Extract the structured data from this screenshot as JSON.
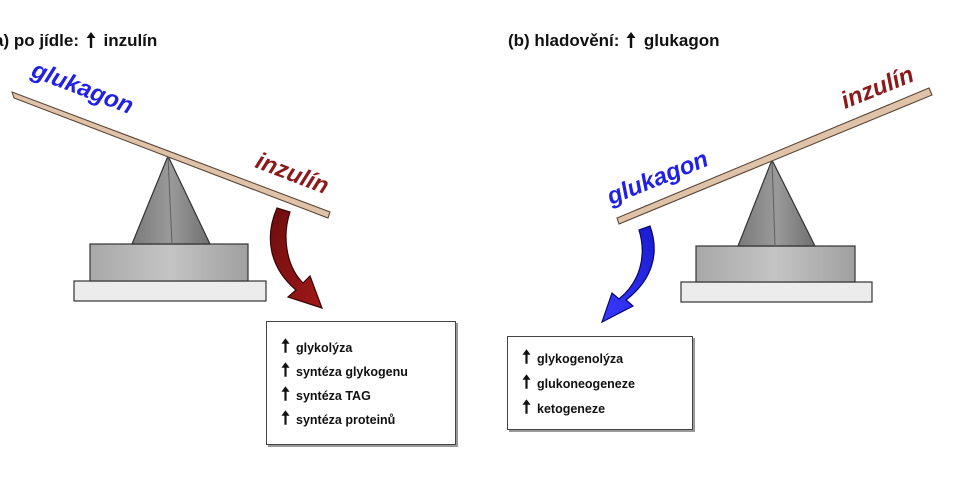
{
  "panel_a": {
    "title": "a) po jídle:",
    "title_hormone": "inzulín",
    "beam_left_label": "glukagon",
    "beam_right_label": "inzulín",
    "effects": [
      "glykolýza",
      "syntéza glykogenu",
      "syntéza TAG",
      "syntéza proteinů"
    ]
  },
  "panel_b": {
    "title": "(b) hladovění:",
    "title_hormone": "glukagon",
    "beam_left_label": "glukagon",
    "beam_right_label": "inzulín",
    "effects": [
      "glykogenolýza",
      "glukoneogeneze",
      "ketogeneze"
    ]
  },
  "colors": {
    "glucagon": "#2020e6",
    "insulin": "#8b1a1a",
    "beam": "#dfc3a9",
    "fulcrum": "#8e8e8e",
    "base": "#b4b4b4"
  }
}
